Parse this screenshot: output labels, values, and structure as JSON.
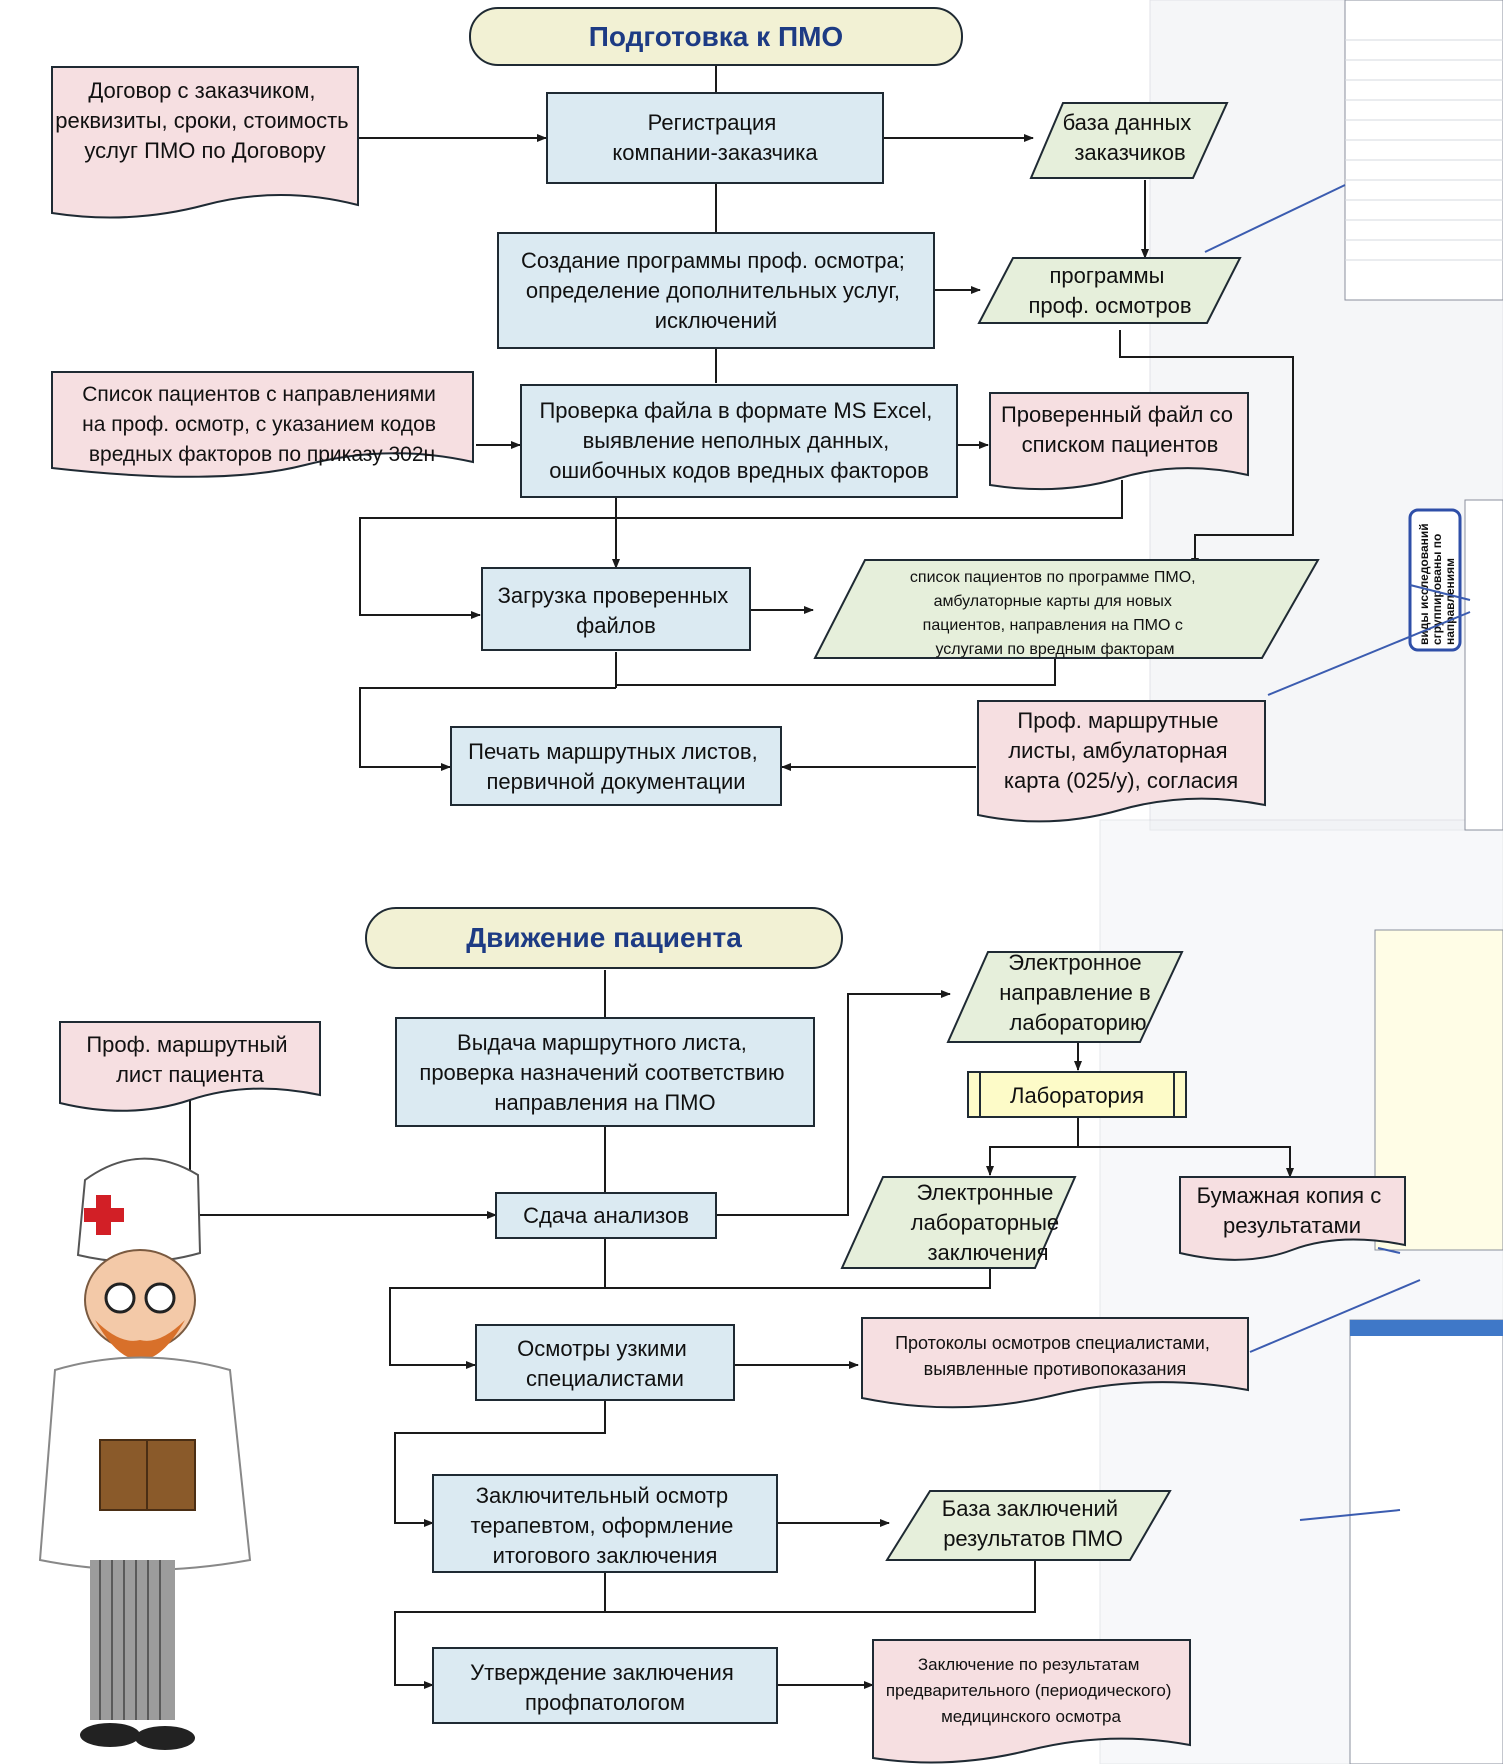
{
  "sections": {
    "preparation_title": "Подготовка к ПМО",
    "patient_flow_title": "Движение пациента"
  },
  "nodes": {
    "contract_doc": [
      "Договор с заказчиком,",
      "реквизиты, сроки, стоимость",
      "услуг ПМО по  Договору"
    ],
    "register_client": [
      "Регистрация",
      "компании-заказчика"
    ],
    "client_db": [
      "база данных",
      "заказчиков"
    ],
    "create_program": [
      "Создание программы проф. осмотра;",
      "определение дополнительных услуг,",
      "исключений"
    ],
    "exam_programs": [
      "программы",
      "проф. осмотров"
    ],
    "patient_list_doc": [
      "Список пациентов с направлениями",
      "на проф. осмотр, с указанием кодов",
      "вредных факторов по приказу 302н"
    ],
    "check_file": [
      "Проверка файла в формате MS Excel,",
      "выявление неполных данных,",
      "ошибочных кодов вредных факторов"
    ],
    "checked_file_doc": [
      "Проверенный файл со",
      "списком пациентов"
    ],
    "load_files": [
      "Загрузка проверенных",
      "файлов"
    ],
    "patient_list_data": [
      "список пациентов по программе ПМО,",
      "амбулаторные карты для новых",
      "пациентов, направления на ПМО с",
      "услугами по вредным факторам"
    ],
    "print_sheets": [
      "Печать маршрутных листов,",
      "первичной документации"
    ],
    "route_sheets_doc": [
      "Проф. маршрутные",
      "листы, амбулаторная",
      "карта (025/у), согласия"
    ],
    "route_sheet_patient_doc": [
      "Проф. маршрутный",
      "лист пациента"
    ],
    "issue_sheet": [
      "Выдача маршрутного листа,",
      "проверка назначений соответствию",
      "направления на ПМО"
    ],
    "e_referral": [
      "Электронное",
      "направление в",
      "лабораторию"
    ],
    "laboratory": [
      "Лаборатория"
    ],
    "take_tests": [
      "Сдача анализов"
    ],
    "e_lab_results": [
      "Электронные",
      "лабораторные",
      "заключения"
    ],
    "paper_copy": [
      "Бумажная копия с",
      "результатами"
    ],
    "specialist_exams": [
      "Осмотры узкими",
      "специалистами"
    ],
    "specialist_protocols": [
      "Протоколы осмотров специалистами,",
      "выявленные противопоказания"
    ],
    "final_exam": [
      "Заключительный осмотр",
      "терапевтом, оформление",
      "итогового заключения"
    ],
    "conclusions_db": [
      "База заключений",
      "результатов ПМО"
    ],
    "approve_conclusion": [
      "Утверждение заключения",
      "профпатологом"
    ],
    "final_report_doc": [
      "Заключение по результатам",
      "предварительного (периодического)",
      "медицинского осмотра"
    ]
  },
  "callouts": {
    "grouped_by_direction": [
      "виды исследований",
      "сгруппированы по",
      "направлениям"
    ]
  },
  "colors": {
    "process": "#dbeaf2",
    "document": "#f6dfe1",
    "data": "#e6efdb",
    "terminator": "#f2f1d4",
    "title_text": "#1d3b84",
    "callout_line": "#3b5cb0"
  }
}
